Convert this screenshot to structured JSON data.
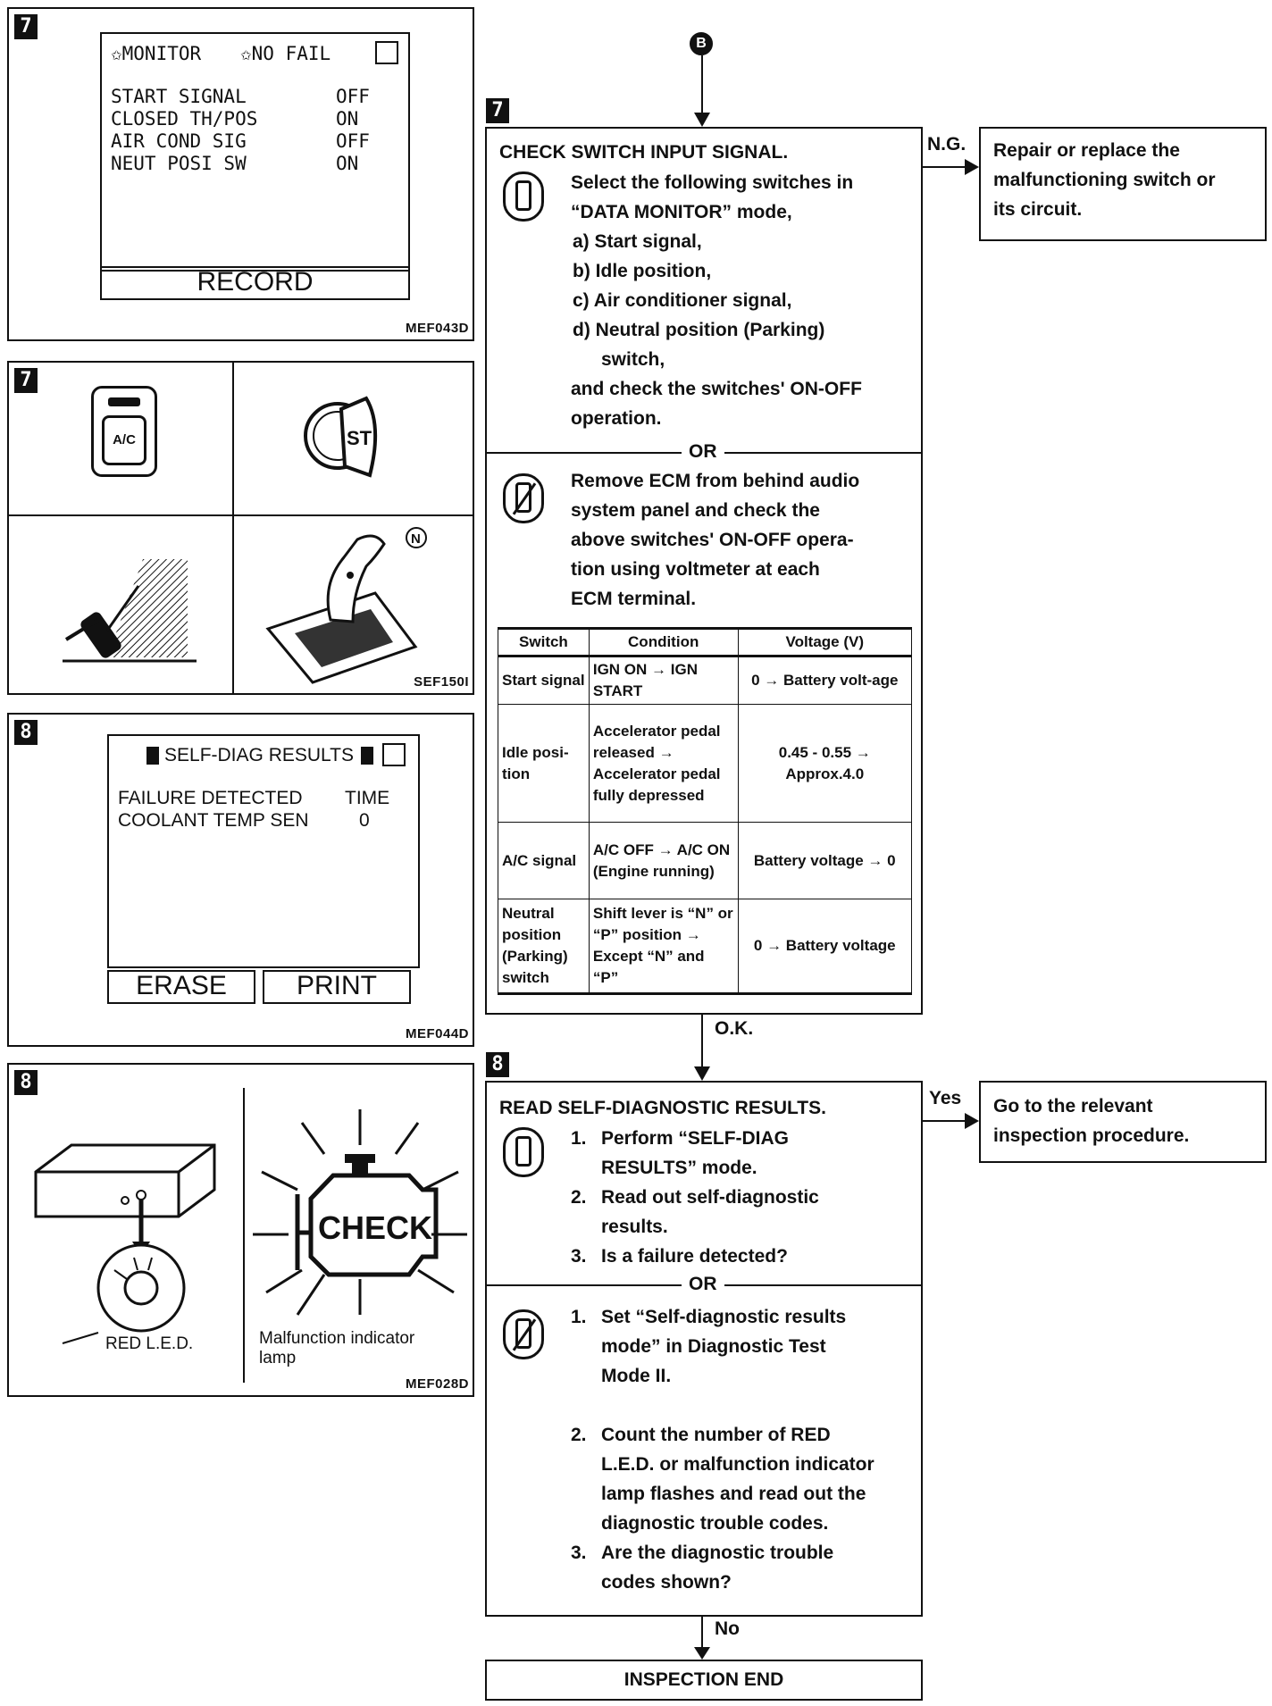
{
  "panel1": {
    "badge": "7",
    "header_left": "✩MONITOR",
    "header_right": "✩NO FAIL",
    "rows": [
      {
        "label": "START SIGNAL",
        "value": "OFF"
      },
      {
        "label": "CLOSED TH/POS",
        "value": "ON"
      },
      {
        "label": "AIR COND SIG",
        "value": "OFF"
      },
      {
        "label": "NEUT POSI SW",
        "value": "ON"
      }
    ],
    "button": "RECORD",
    "ref": "MEF043D"
  },
  "panel2": {
    "badge": "7",
    "ac_label": "A/C",
    "st_label": "ST",
    "n_label": "N",
    "ref": "SEF150I"
  },
  "panel3": {
    "badge": "8",
    "header": "SELF-DIAG RESULTS",
    "col1": "FAILURE DETECTED",
    "col2": "TIME",
    "row_label": "COOLANT TEMP SEN",
    "row_value": "0",
    "erase": "ERASE",
    "print": "PRINT",
    "ref": "MEF044D"
  },
  "panel4": {
    "badge": "8",
    "led_label": "RED L.E.D.",
    "check_label": "CHECK",
    "lamp_label_1": "Malfunction indicator",
    "lamp_label_2": "lamp",
    "ref": "MEF028D"
  },
  "flow": {
    "entry_marker": "B",
    "step7": {
      "badge": "7",
      "title": "CHECK SWITCH INPUT SIGNAL.",
      "consult_lines": [
        "Select the following switches in",
        "“DATA MONITOR” mode,",
        "a)  Start signal,",
        "b)  Idle position,",
        "c)  Air conditioner signal,",
        "d)  Neutral position (Parking)",
        "     switch,",
        "and check the switches' ON-OFF",
        "operation."
      ],
      "or": "OR",
      "alt_lines": [
        "Remove ECM from behind audio",
        "system panel and check the",
        "above switches' ON-OFF opera-",
        "tion using voltmeter at each",
        "ECM terminal."
      ],
      "table": {
        "headers": [
          "Switch",
          "Condition",
          "Voltage (V)"
        ],
        "rows": [
          {
            "switch": "Start signal",
            "condition": "IGN ON → IGN START",
            "voltage": "0 → Battery volt-age"
          },
          {
            "switch": "Idle posi-tion",
            "condition": "Accelerator pedal released → Accelerator pedal fully depressed",
            "voltage": "0.45 - 0.55 → Approx.4.0"
          },
          {
            "switch": "A/C signal",
            "condition": "A/C OFF → A/C ON (Engine running)",
            "voltage": "Battery voltage → 0"
          },
          {
            "switch": "Neutral position (Parking) switch",
            "condition": "Shift lever is “N” or “P” position → Except “N” and “P”",
            "voltage": "0 → Battery voltage"
          }
        ]
      },
      "ng_label": "N.G.",
      "ng_box": [
        "Repair or replace the",
        "malfunctioning switch or",
        "its circuit."
      ],
      "ok_label": "O.K."
    },
    "step8": {
      "badge": "8",
      "title": "READ SELF-DIAGNOSTIC RESULTS.",
      "consult_items": [
        {
          "n": "1.",
          "lines": [
            "Perform “SELF-DIAG",
            "RESULTS” mode."
          ]
        },
        {
          "n": "2.",
          "lines": [
            "Read out self-diagnostic",
            "results."
          ]
        },
        {
          "n": "3.",
          "lines": [
            "Is a failure detected?"
          ]
        }
      ],
      "or": "OR",
      "alt_items": [
        {
          "n": "1.",
          "lines": [
            "Set “Self-diagnostic results",
            "mode” in Diagnostic Test",
            "Mode II."
          ]
        },
        {
          "n": "2.",
          "lines": [
            "Count the number of RED",
            "L.E.D. or malfunction indicator",
            "lamp flashes and read out the",
            "diagnostic trouble codes."
          ]
        },
        {
          "n": "3.",
          "lines": [
            "Are the diagnostic trouble",
            "codes shown?"
          ]
        }
      ],
      "yes_label": "Yes",
      "yes_box": [
        "Go to the relevant",
        "inspection procedure."
      ],
      "no_label": "No",
      "end_box": "INSPECTION END"
    }
  }
}
